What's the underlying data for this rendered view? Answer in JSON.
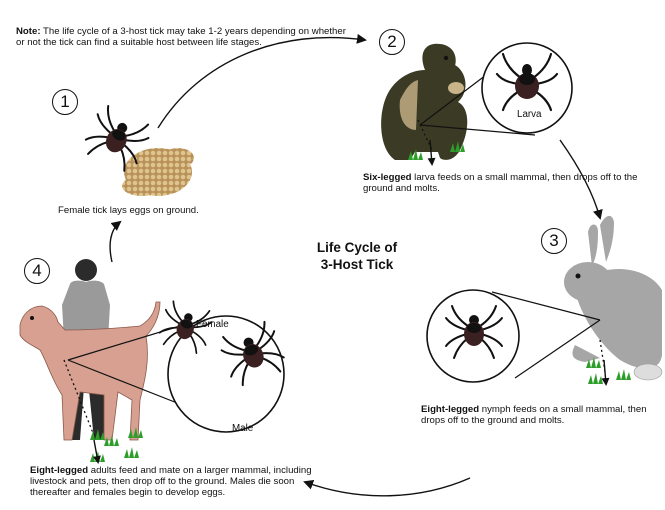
{
  "note": {
    "label": "Note:",
    "text": " The life cycle of a 3-host tick may take 1-2 years depending on whether or not the tick can find a suitable host between life stages."
  },
  "title": {
    "line1": "Life Cycle of",
    "line2": "3-Host Tick"
  },
  "stages": [
    {
      "number": "1",
      "caption": "Female tick lays eggs on ground."
    },
    {
      "number": "2",
      "bold": "Six-legged",
      "caption": " larva feeds on a small mammal, then drops off to the ground and molts.",
      "inset_label": "Larva"
    },
    {
      "number": "3",
      "bold": "Eight-legged",
      "caption": " nymph feeds on a small mammal, then drops off to the ground and molts."
    },
    {
      "number": "4",
      "bold": "Eight-legged",
      "caption": " adults feed and mate on a larger mammal, including livestock and pets, then drop off to the ground. Males die soon thereafter and females begin to develop eggs.",
      "inset_label_female": "Female",
      "inset_label_male": "Male"
    }
  ],
  "colors": {
    "squirrel": "#3b3a24",
    "rabbit": "#a6a6a6",
    "dog": "#d7a090",
    "tick_body": "#3a2020",
    "eggs": "#c8a873",
    "grass": "#2e9e2a",
    "person_shirt": "#9a9a9a",
    "person_pants": "#2b2b2b"
  }
}
